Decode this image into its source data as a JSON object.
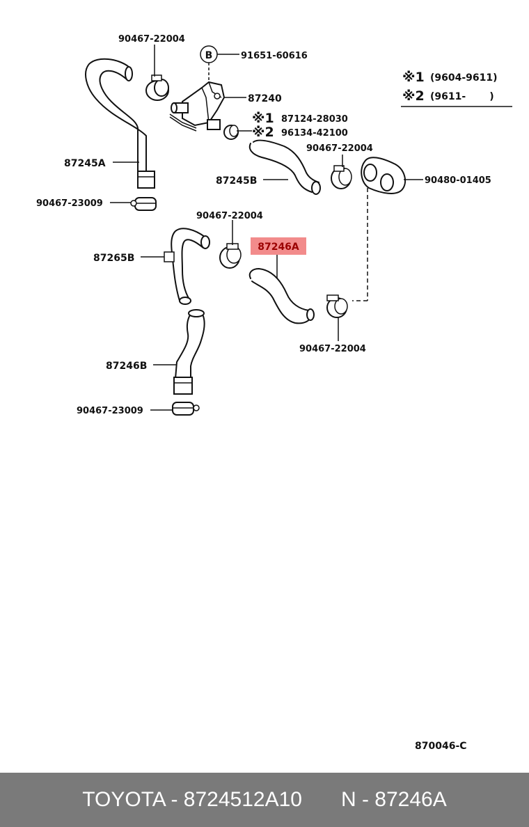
{
  "diagram": {
    "labels": {
      "clamp_top_left": "90467-22004",
      "callout_b_letter": "B",
      "clip_b": "91651-60616",
      "valve": "87240",
      "note1_sym": "※1",
      "note1_part": "87124-28030",
      "note2_sym": "※2",
      "note2_part": "96134-42100",
      "hose_87245a": "87245A",
      "clamp_mid": "90467-22004",
      "hose_87245b": "87245B",
      "grommet": "90480-01405",
      "clamp_low_left": "90467-23009",
      "clamp_center": "90467-22004",
      "hose_87265b": "87265B",
      "hose_87246a": "87246A",
      "clamp_lower": "90467-22004",
      "hose_87246b": "87246B",
      "clamp_bottom_left": "90467-23009",
      "drawing_code": "870046-C"
    },
    "legend": {
      "row1_sym": "※1",
      "row1_range": "(9604-9611)",
      "row2_sym": "※2",
      "row2_range": "(9611-       )"
    },
    "highlight_color": "#f28b8b"
  },
  "footer": {
    "left": "TOYOTA - 8724512A10",
    "right": "N - 87246A"
  }
}
